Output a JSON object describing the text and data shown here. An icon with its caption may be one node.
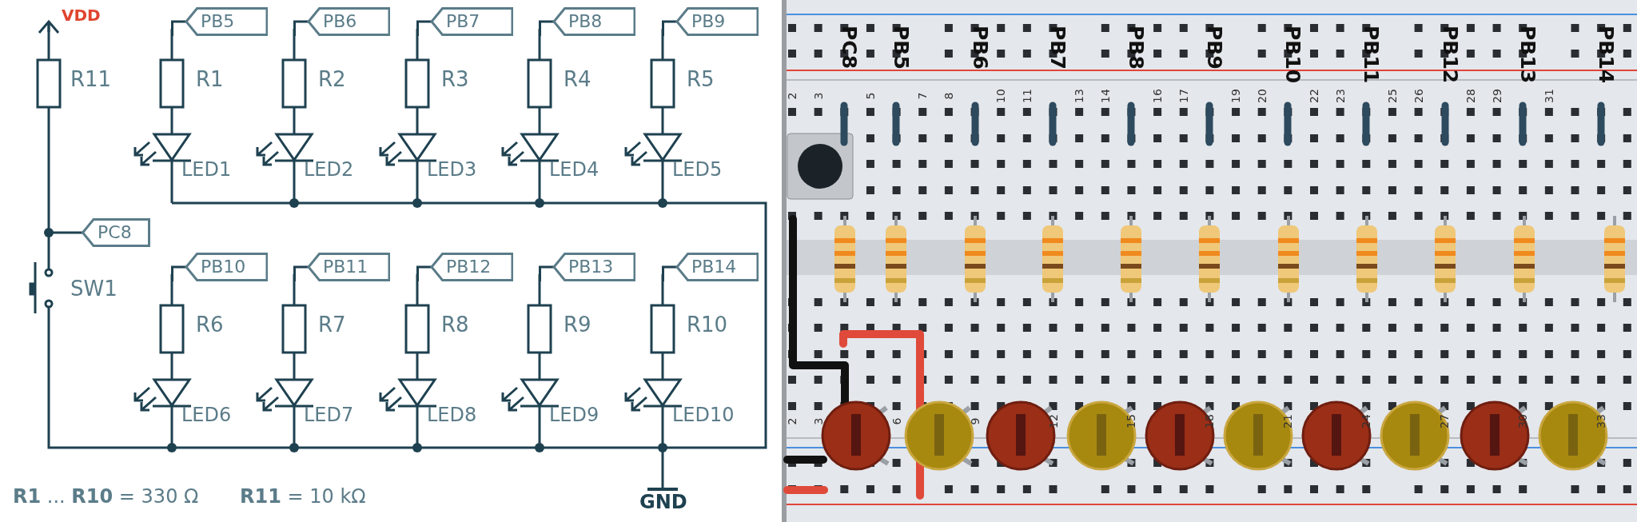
{
  "diagram": {
    "nodes": [
      {
        "text": [
          "PB5"
        ]
      },
      {
        "text": [
          "PB6"
        ]
      },
      {
        "text": [
          "PB7"
        ]
      },
      {
        "text": [
          "PB8"
        ]
      },
      {
        "text": [
          "PB9"
        ]
      },
      {
        "text": [
          "PC8"
        ]
      },
      {
        "text": [
          "PB10"
        ]
      },
      {
        "text": [
          "PB11"
        ]
      },
      {
        "text": [
          "PB12"
        ]
      },
      {
        "text": [
          "PB13"
        ]
      },
      {
        "text": [
          "PB14"
        ]
      },
      {
        "text": [
          "PC8"
        ]
      },
      {
        "text": [
          "PB5"
        ]
      },
      {
        "text": [
          "PB6"
        ]
      },
      {
        "text": [
          "PB7"
        ]
      },
      {
        "text": [
          "PB8"
        ]
      },
      {
        "text": [
          "PB9"
        ]
      },
      {
        "text": [
          "PB10"
        ]
      },
      {
        "text": [
          "PB11"
        ]
      },
      {
        "text": [
          "PB12"
        ]
      },
      {
        "text": [
          "PB13"
        ]
      },
      {
        "text": [
          "PB14"
        ]
      }
    ],
    "labels": [
      "VDD",
      "R11",
      "R1",
      "R2",
      "R3",
      "R4",
      "R5",
      "LED1",
      "LED2",
      "LED3",
      "LED4",
      "LED5",
      "SW1",
      "R6",
      "R7",
      "R8",
      "R9",
      "R10",
      "LED6",
      "LED7",
      "LED8",
      "LED9",
      "LED10",
      "**R1** ... **R10** = 330 Ω",
      "**R11** = 10 kΩ",
      "GND",
      "2",
      "3",
      "5",
      "7",
      "8",
      "10",
      "11",
      "13",
      "14",
      "16",
      "17",
      "19",
      "20",
      "22",
      "23",
      "25",
      "26",
      "28",
      "29",
      "31",
      "2",
      "3",
      "6",
      "9",
      "12",
      "15",
      "18",
      "21",
      "24",
      "27",
      "30",
      "33"
    ]
  }
}
